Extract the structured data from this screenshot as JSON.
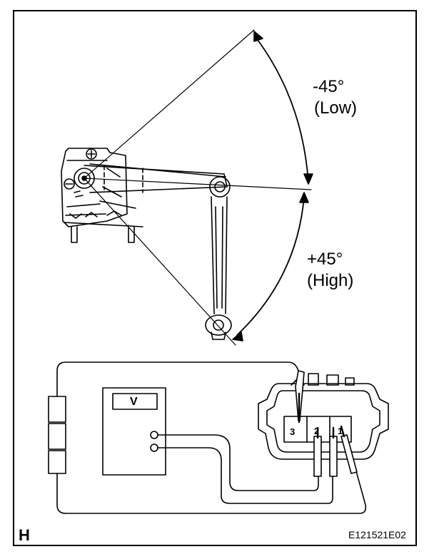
{
  "labels": {
    "low_angle": "-45°",
    "low_text": "(Low)",
    "high_angle": "+45°",
    "high_text": "(High)",
    "figure_letter": "H",
    "figure_code": "E121521E02",
    "meter_label": "V",
    "pin_3": "3",
    "pin_2": "2",
    "pin_1": "1"
  }
}
